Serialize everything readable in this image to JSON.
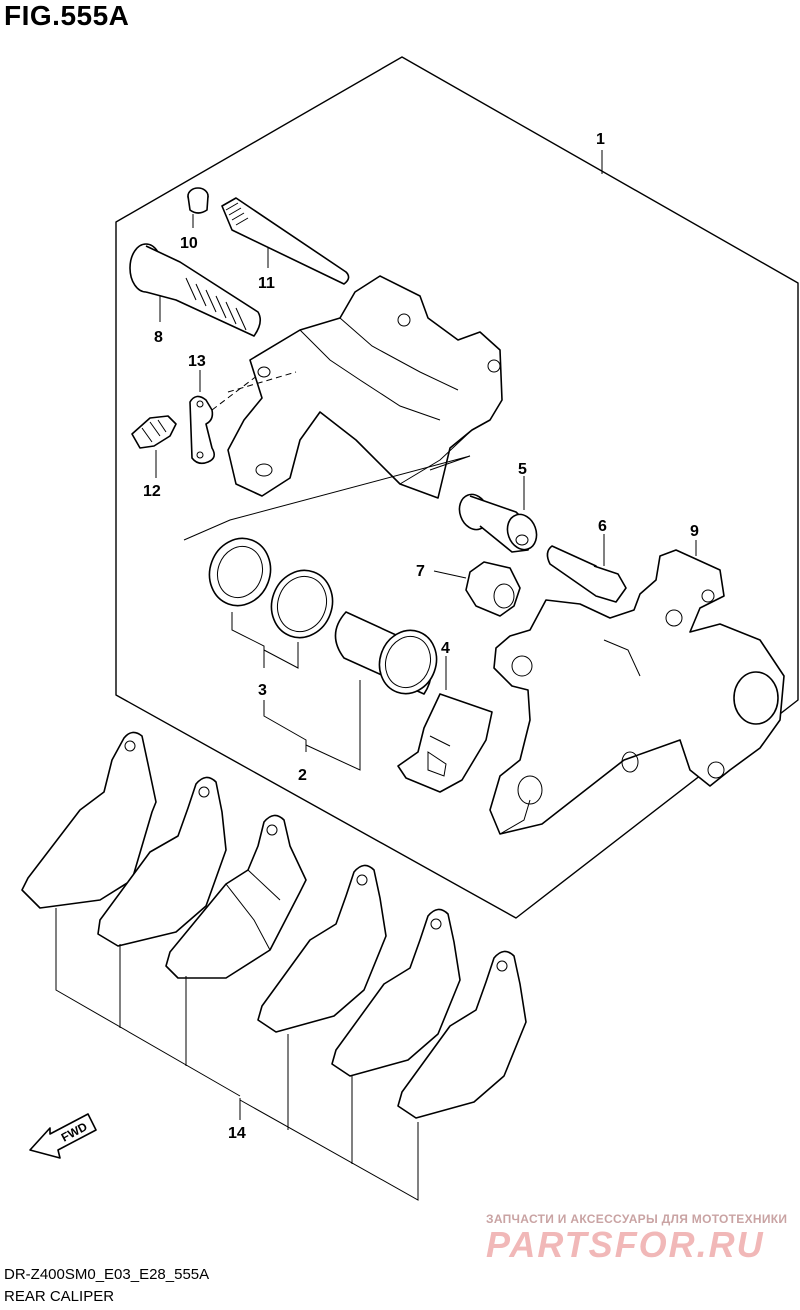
{
  "figure": {
    "title": "FIG.555A",
    "code": "DR-Z400SM0_E03_E28_555A",
    "caption": "REAR CALIPER"
  },
  "callouts": {
    "c1": "1",
    "c2": "2",
    "c3": "3",
    "c4": "4",
    "c5": "5",
    "c6": "6",
    "c7": "7",
    "c8": "8",
    "c9": "9",
    "c10": "10",
    "c11": "11",
    "c12": "12",
    "c13": "13",
    "c14": "14"
  },
  "fwd_label": "FWD",
  "watermark": {
    "tagline": "ЗАПЧАСТИ И АКСЕССУАРЫ ДЛЯ МОТОТЕХНИКИ",
    "logo": "PARTSFOR.RU"
  }
}
